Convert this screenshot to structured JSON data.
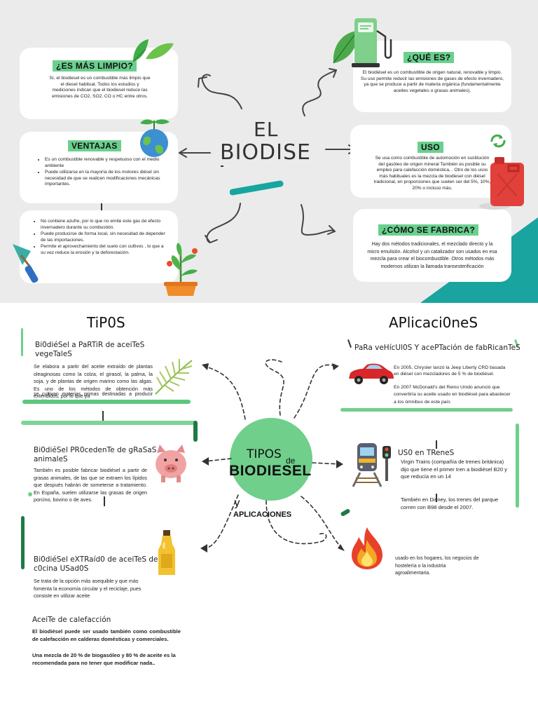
{
  "top": {
    "center_title_line1": "EL",
    "center_title_line2": "BIODISE",
    "limpio": {
      "tag": "¿ES MÁS LIMPIO?",
      "text": "Sí, el biodiesel es un combustible más limpio que el diesel habitual. Todos los estudios y mediciones indican que el biodiesel reduce las emisiones de CO2, SO2, CO o HC entre otros."
    },
    "que_es": {
      "tag": "¿QUÉ ES?",
      "text": "El biodiésel es un combustible de origen natural, renovable y limpio. Su uso permite reducir las emisiones de gases de efecto invernadero, ya que se produce a partir de materia orgánica (fundamentalmente aceites vegetales o grasas animales)."
    },
    "ventajas": {
      "tag": "VENTAJAS",
      "items": [
        "Es un combustible renovable y respetuoso con el medio ambiente",
        "Puede utilizarse en la mayoría de los motores diésel sin necesidad de que se realicen modificaciones mecánicas importantes."
      ]
    },
    "uso": {
      "tag": "USO",
      "text": "Se usa como combustible de automoción en sustitución del gasóleo de origen mineral También es posible su empleo para calefacción doméstica, . Otro de los usos más habituales es la mezcla de biodiesel con diésel tradicional, en proporciones que suelen ser del 5%, 10%, 20% o incluso más."
    },
    "ventajas2": {
      "items": [
        "No contiene azufre, por lo que no emite este gas de efecto invernadero durante su combustión.",
        "Puede producirse de forma local, sin necesidad de depender de las importaciones.",
        "Permite el aprovechamiento del suelo con cultivos , lo que a su vez reduce la erosión y la deforestación."
      ]
    },
    "fabrica": {
      "tag": "¿CÓMO SE FABRICA?",
      "text": "Hay dos métodos tradicionales, el mezclado directo y la micro emulsión. Alcohol y un catalizador son usados en esa mezcla para crear el biocombustible. Otros métodos más modernos utilizan la llamada transesterificación"
    },
    "colors": {
      "background": "#ebebeb",
      "tag_green": "#6ad08e",
      "teal": "#17a5a0"
    },
    "icons": [
      "leaves-icon",
      "fuel-pump-icon",
      "earth-sprout-icon",
      "recycle-icon",
      "jerrycan-icon",
      "trowel-icon",
      "potted-plant-icon"
    ]
  },
  "bottom": {
    "tipos_title": "TiP0S",
    "aplic_title": "APlicaci0neS",
    "center": {
      "tipos": "TIPOS",
      "de": "de",
      "biodiesel": "BIODIESEL",
      "y": "y",
      "aplicaciones": "APLICACIONES"
    },
    "tipos": [
      {
        "heading": "Bi0diéSel a PaRTiR de aceiTeS vegeTaleS",
        "text": "Se elabora a partir del aceite extraído de plantas oleaginosas como la colza, el girasol, la palma, la soja, y de plantas de origen marino como las algas. Es uno de los métodos de obtención más extendidos, por lo que ya",
        "text2": "se cultivan materias primas destinadas a producir biodiésel.",
        "icon": "palm-leaf-icon"
      },
      {
        "heading": "Bi0diéSel PR0cedenTe de gRaSaS animaleS",
        "text": "También es posible fabricar biodiésel a partir de grasas animales, de las que se extraen los lípidos que después habrán de someterse a tratamiento. En España, suelen utilizarse las grasas de origen porcino, bovino o de aves.",
        "icon": "pig-icon"
      },
      {
        "heading": "Bi0diéSel eXTRaíd0 de aceiTeS de c0cina USad0S",
        "text": "Se trata de la opción más asequible y que más fomenta la economía circular y el reciclaje, pues consiste en utilizar aceite",
        "icon": "oil-bottle-icon"
      }
    ],
    "calefaccion": {
      "heading": "AceiTe de calefacción",
      "text": "El biodiésel puede ser usado también como combustible de calefacción en calderas domésticas y comerciales.",
      "text2": "Una mezcla de 20 % de biogasóleo y 80 % de aceite es la recomendada para no tener que modificar nada.."
    },
    "aplicaciones": [
      {
        "heading": "PaRa veHícUl0S Y acePTación de fabRicanTeS",
        "text": "En 2005, Chrysler lanzó la Jeep Liberty CRD basada en diésel con mezcladores de 5 % de biodiésel.",
        "text2": "En 2007 McDonald's del Reino Unido anunció que convertiría su aceite usado en biodiésel para abastecer a los ómnibus de este país",
        "icon": "car-icon"
      },
      {
        "heading": "US0 en TReneS",
        "text": "Virgin Trains (compañía de trenes británica) dijo que tiene el primer tren a biodiésel B20 y que reducía en un 14",
        "text2": "También en Disney, los trenes del parque corren con B98 desde el 2007.",
        "icon": "train-icon"
      },
      {
        "text": "usado en los hogares, los negocios de hostelería o la industria agroalimentaria.",
        "icon": "fire-icon"
      }
    ],
    "colors": {
      "circle": "#6fcf8b",
      "bar_light": "#5cc77e",
      "bar_dark": "#1f7a45"
    }
  }
}
